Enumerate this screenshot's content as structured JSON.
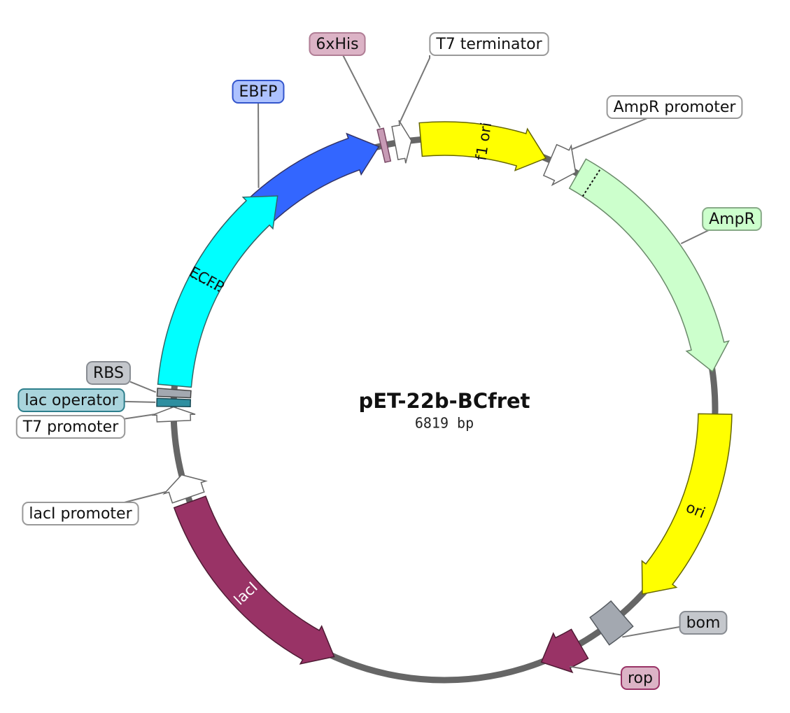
{
  "plasmid": {
    "name": "pET-22b-BCfret",
    "size_text": "6819 bp"
  },
  "features": [
    {
      "id": "ebfp",
      "name": "EBFP",
      "shape": "arrow",
      "start_angle": -63,
      "end_angle": -14,
      "fill": "#3366ff",
      "stroke": "#333366",
      "show_label": false
    },
    {
      "id": "his6",
      "name": "6xHis",
      "shape": "box",
      "start_angle": -13.5,
      "end_angle": -12.2,
      "fill": "#c79bb5",
      "stroke": "#7a4a66",
      "show_label": false
    },
    {
      "id": "t7term",
      "name": "T7 terminator",
      "shape": "arrow",
      "start_angle": -10.5,
      "end_angle": -7,
      "fill": "#ffffff",
      "stroke": "#666666",
      "show_label": false
    },
    {
      "id": "f1ori",
      "name": "f1 ori",
      "shape": "arrow",
      "start_angle": -5,
      "end_angle": 22,
      "fill": "#ffff00",
      "stroke": "#666600",
      "show_label": true,
      "label_color": "#111111"
    },
    {
      "id": "ampr_prom",
      "name": "AmpR promoter",
      "shape": "arrow",
      "start_angle": 23,
      "end_angle": 29,
      "fill": "#ffffff",
      "stroke": "#666666",
      "show_label": false
    },
    {
      "id": "ampr",
      "name": "AmpR",
      "shape": "arrow",
      "start_angle": 29.5,
      "end_angle": 82,
      "fill": "#ccffcc",
      "stroke": "#6a8a6a",
      "show_label": false
    },
    {
      "id": "ori",
      "name": "ori",
      "shape": "arrow",
      "start_angle": 91,
      "end_angle": 133,
      "fill": "#ffff00",
      "stroke": "#666600",
      "show_label": true,
      "label_color": "#111111"
    },
    {
      "id": "bom",
      "name": "bom",
      "shape": "box",
      "start_angle": 139,
      "end_angle": 145,
      "fill": "#a3a8b0",
      "stroke": "#555a60",
      "show_label": false
    },
    {
      "id": "rop",
      "name": "rop",
      "shape": "arrow",
      "start_angle": 150,
      "end_angle": 159,
      "fill": "#993366",
      "stroke": "#4d1a33",
      "show_label": false
    },
    {
      "id": "laci",
      "name": "lacI",
      "shape": "arrow",
      "start_angle": 204,
      "end_angle": 250,
      "fill": "#993366",
      "stroke": "#4d1a33",
      "show_label": true,
      "label_color": "#ffffff",
      "reverse": true
    },
    {
      "id": "laci_prom",
      "name": "lacI promoter",
      "shape": "arrow",
      "start_angle": 251,
      "end_angle": 256,
      "fill": "#ffffff",
      "stroke": "#666666",
      "show_label": false
    },
    {
      "id": "t7prom",
      "name": "T7 promoter",
      "shape": "arrow",
      "start_angle": 267.5,
      "end_angle": 270.5,
      "fill": "#ffffff",
      "stroke": "#666666",
      "show_label": false
    },
    {
      "id": "lacop",
      "name": "lac operator",
      "shape": "box",
      "start_angle": 270.6,
      "end_angle": 272.2,
      "fill": "#2e8fa0",
      "stroke": "#1a4a55",
      "show_label": false
    },
    {
      "id": "rbs",
      "name": "RBS",
      "shape": "box",
      "start_angle": 272.6,
      "end_angle": 274.2,
      "fill": "#a3a8b0",
      "stroke": "#444",
      "show_label": false
    },
    {
      "id": "ecfp",
      "name": "ECFP",
      "shape": "arrow",
      "start_angle": 275,
      "end_angle": 322,
      "fill": "#00ffff",
      "stroke": "#336666",
      "show_label": true,
      "label_color": "#111111"
    }
  ],
  "callouts": [
    {
      "feature": "his6",
      "text": "6xHis",
      "fill": "#dcb3c6",
      "stroke": "#b07d95"
    },
    {
      "feature": "t7term",
      "text": "T7 terminator",
      "fill": "#ffffff",
      "stroke": "#999999"
    },
    {
      "feature": "ebfp",
      "text": "EBFP",
      "fill": "#adc2ff",
      "stroke": "#3355cc"
    },
    {
      "feature": "ampr_prom",
      "text": "AmpR promoter",
      "fill": "#ffffff",
      "stroke": "#999999"
    },
    {
      "feature": "ampr",
      "text": "AmpR",
      "fill": "#ccffcc",
      "stroke": "#88aa88"
    },
    {
      "feature": "rbs",
      "text": "RBS",
      "fill": "#c4c7cc",
      "stroke": "#888c92"
    },
    {
      "feature": "lacop",
      "text": "lac operator",
      "fill": "#a9d4dc",
      "stroke": "#2e7f8c"
    },
    {
      "feature": "t7prom",
      "text": "T7 promoter",
      "fill": "#ffffff",
      "stroke": "#999999"
    },
    {
      "feature": "laci_prom",
      "text": "lacI promoter",
      "fill": "#ffffff",
      "stroke": "#999999"
    },
    {
      "feature": "bom",
      "text": "bom",
      "fill": "#c4c7cc",
      "stroke": "#888c92"
    },
    {
      "feature": "rop",
      "text": "rop",
      "fill": "#dcb3c6",
      "stroke": "#993366"
    }
  ],
  "colors": {
    "backbone": "#666666"
  }
}
